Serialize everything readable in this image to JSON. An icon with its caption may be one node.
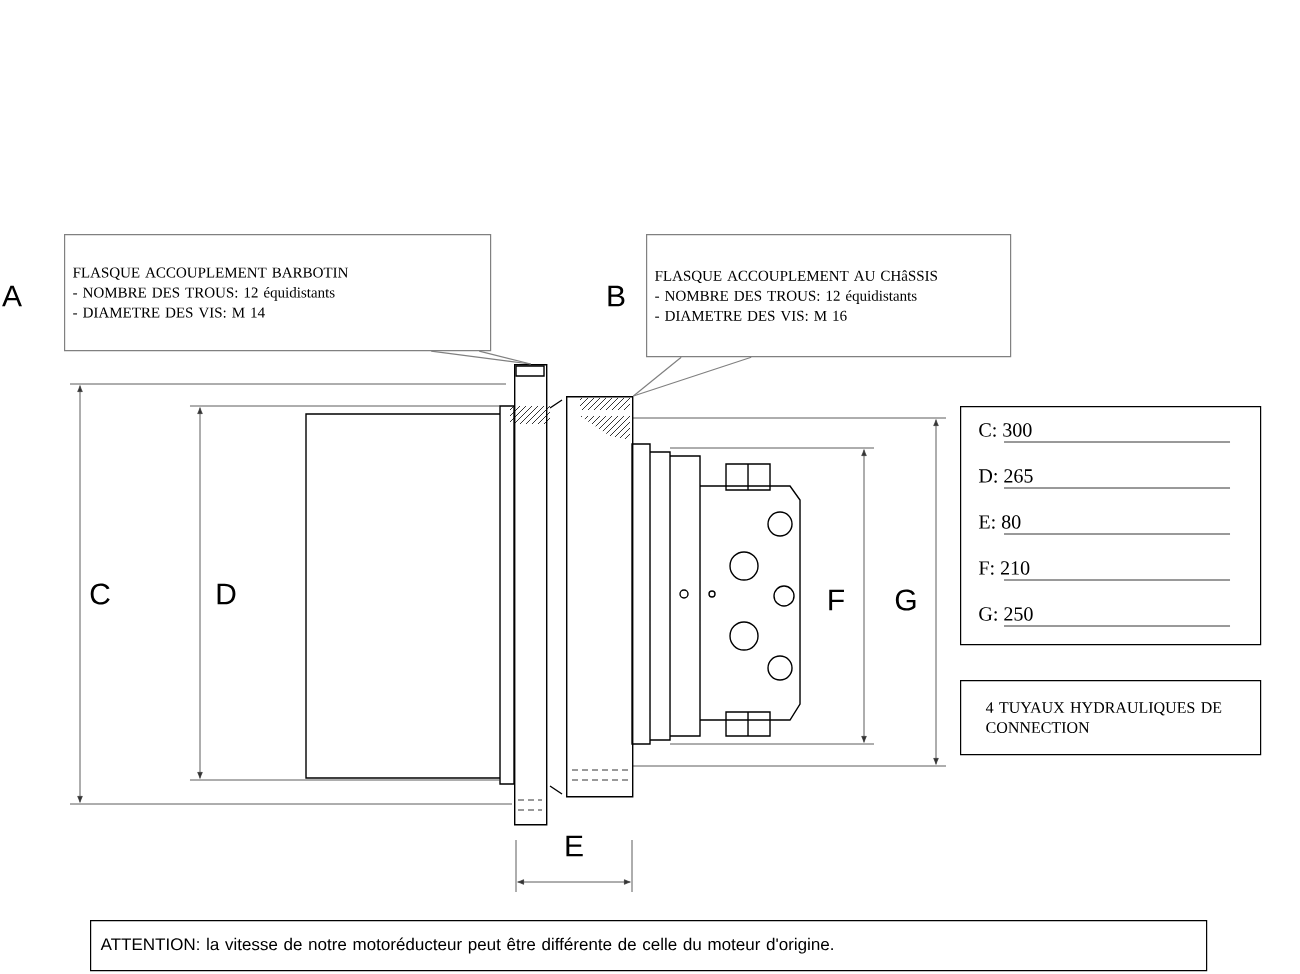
{
  "diagram": {
    "nodes": [
      {
        "text": [
          "FLASQUE ACCOUPLEMENT BARBOTIN",
          "- NOMBRE DES TROUS: 12 équidistants",
          "- DIAMETRE DES VIS: M 14"
        ]
      },
      {
        "text": [
          "FLASQUE ACCOUPLEMENT AU CHâSSIS",
          "- NOMBRE DES TROUS: 12 équidistants",
          "- DIAMETRE DES VIS: M 16"
        ]
      },
      {
        "text": [
          "C: 300",
          "D: 265",
          "E: 80",
          "F: 210",
          "G: 250"
        ]
      },
      {
        "text": [
          "4 TUYAUX HYDRAULIQUES DE CONNECTION"
        ]
      },
      {
        "text": [
          "ATTENTION: la vitesse de notre motoréducteur peut être différente de celle du moteur d'origine."
        ]
      },
      {
        "text": [],
        "shape": "box"
      },
      {
        "text": [],
        "shape": "box"
      }
    ],
    "edges": [
      {
        "from": 0,
        "to": 5,
        "arrow": "none"
      },
      {
        "from": 1,
        "to": 6,
        "arrow": "none"
      }
    ],
    "labels": [
      "A",
      "B",
      "C",
      "D",
      "E",
      "F",
      "G"
    ]
  }
}
